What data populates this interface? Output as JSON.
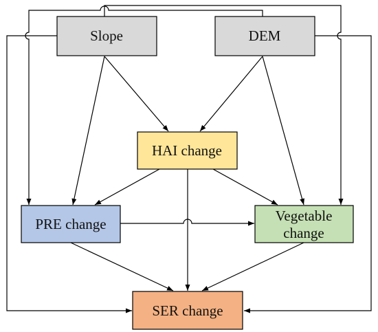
{
  "nodes": {
    "slope": {
      "label": "Slope",
      "color": "#d9d9d9"
    },
    "dem": {
      "label": "DEM",
      "color": "#d9d9d9"
    },
    "hai": {
      "label": "HAI change",
      "color": "#ffe699"
    },
    "pre": {
      "label": "PRE change",
      "color": "#b4c7e7"
    },
    "veg": {
      "line1": "Vegetable",
      "line2": "change",
      "color": "#c5e0b4"
    },
    "ser": {
      "label": "SER change",
      "color": "#f4b183"
    }
  }
}
